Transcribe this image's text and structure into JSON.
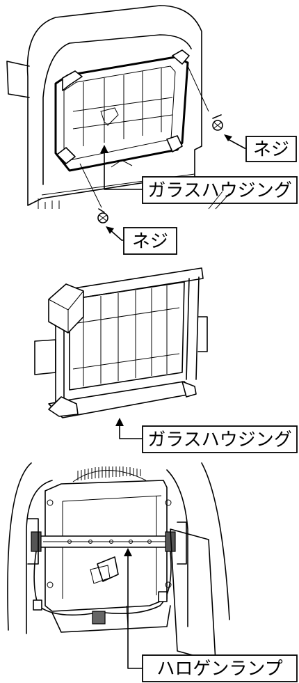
{
  "figure_1": {
    "label_screw_right": "ネジ",
    "label_glass_housing": "ガラスハウジング",
    "label_screw_bottom": "ネジ"
  },
  "figure_2": {
    "label_glass_housing": "ガラスハウジング"
  },
  "figure_3": {
    "label_halogen_lamp": "ハロゲンランプ"
  }
}
